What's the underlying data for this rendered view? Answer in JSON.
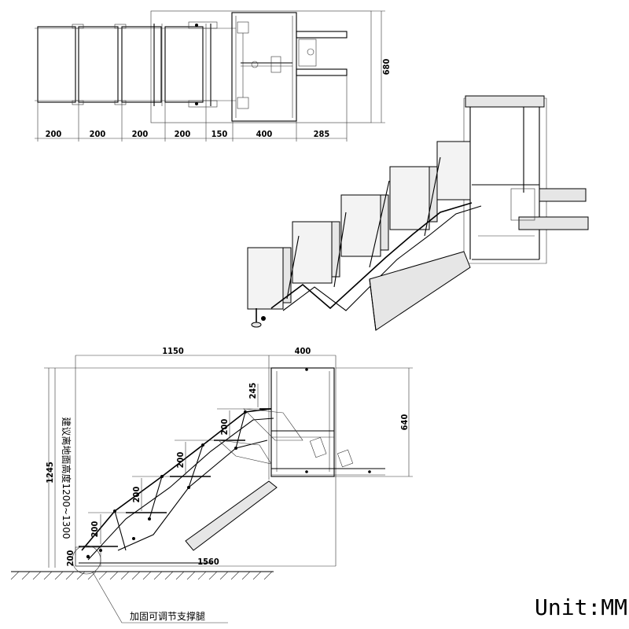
{
  "top_view": {
    "dims_bottom": [
      "200",
      "200",
      "200",
      "200",
      "150",
      "400",
      "285"
    ],
    "dim_right": "680"
  },
  "side_view": {
    "dim_width_main": "1150",
    "dim_width_frame": "400",
    "dim_top_step": "245",
    "dim_height_frame": "640",
    "dim_step_1": "200",
    "dim_step_2": "200",
    "dim_step_3": "200",
    "dim_step_4": "200",
    "dim_step_5": "200",
    "dim_total_height": "1245",
    "dim_total_length": "1560",
    "note_vertical": "建议离地面高度1200~1300",
    "leg_note": "加固可调节支撑腿"
  },
  "unit_label": "Unit:MM"
}
